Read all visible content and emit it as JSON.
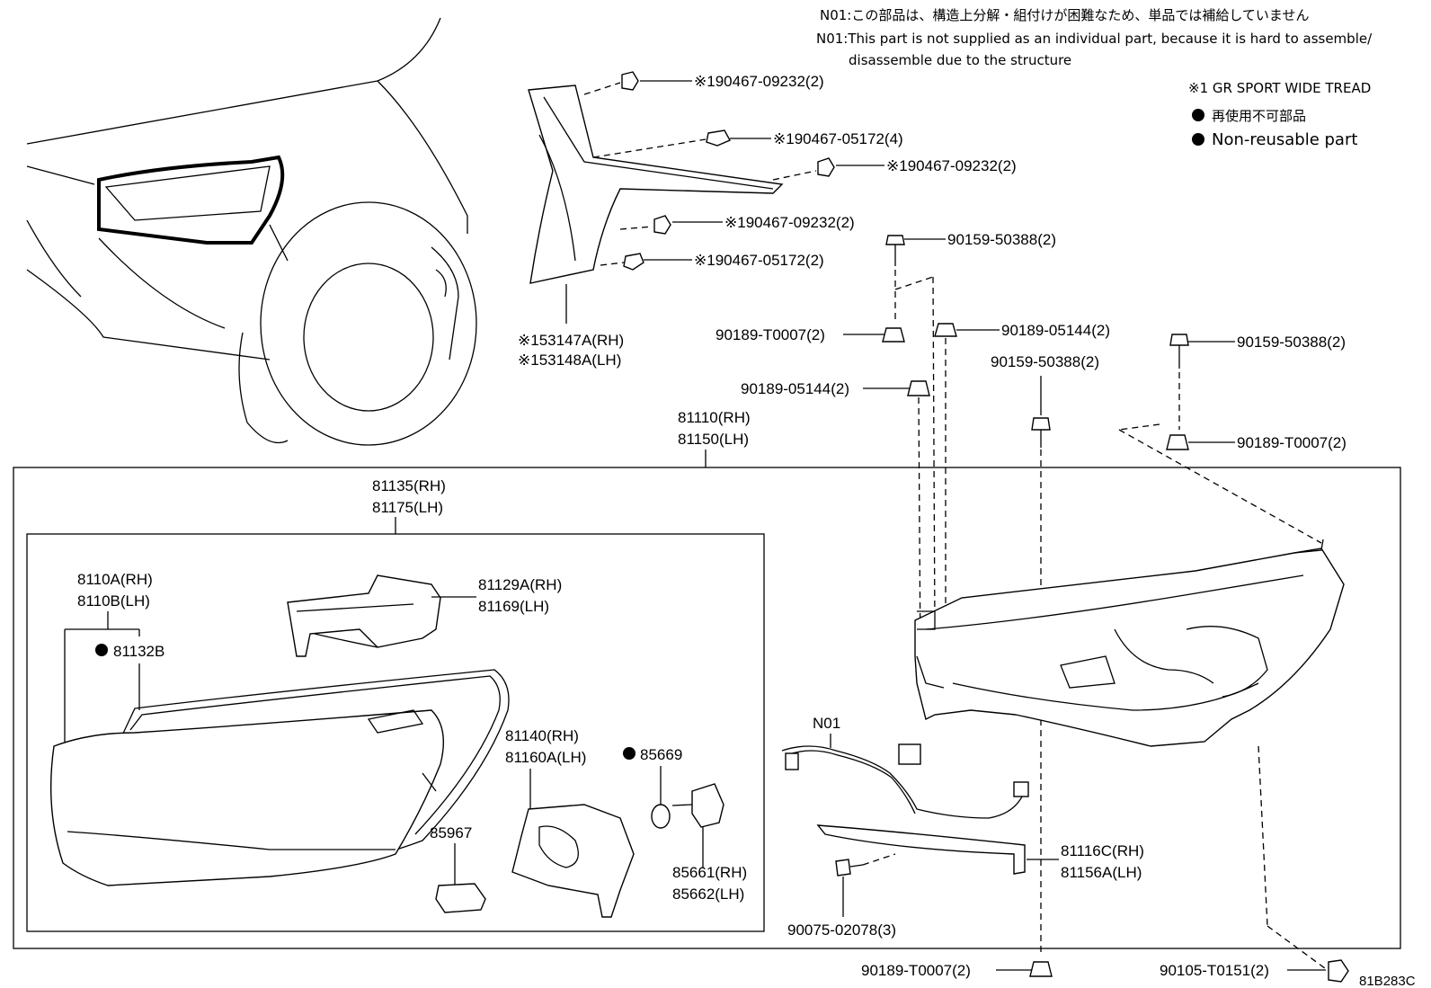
{
  "notes": {
    "n01_jp": "N01:この部品は、構造上分解・組付けが困難なため、単品では補給していません",
    "n01_en_line1": "N01:This part is not supplied as an individual part, because it is hard to assemble/",
    "n01_en_line2": "disassemble due to the structure"
  },
  "legend": {
    "mark1": "※1 GR SPORT WIDE TREAD",
    "nonreusable_jp": "再使用不可部品",
    "nonreusable_en": "Non-reusable part"
  },
  "labels": {
    "clip_09232_a": "※190467-09232(2)",
    "clip_05172_a": "※190467-05172(4)",
    "clip_09232_b": "※190467-09232(2)",
    "clip_09232_c": "※190467-09232(2)",
    "clip_05172_b": "※190467-05172(2)",
    "garnish_rh": "※153147A(RH)",
    "garnish_lh": "※153148A(LH)",
    "bolt_50388_a": "90159-50388(2)",
    "nut_t0007_a": "90189-T0007(2)",
    "nut_05144_a": "90189-05144(2)",
    "bolt_50388_b": "90159-50388(2)",
    "nut_05144_b": "90189-05144(2)",
    "bolt_50388_c": "90159-50388(2)",
    "nut_t0007_b": "90189-T0007(2)",
    "assy_rh": "81110(RH)",
    "assy_lh": "81150(LH)",
    "unit_rh": "81135(RH)",
    "unit_lh": "81175(LH)",
    "lens_rh": "8110A(RH)",
    "lens_lh": "8110B(LH)",
    "gasket": "81132B",
    "bracket_rh": "81129A(RH)",
    "bracket_lh": "81169(LH)",
    "socket_rh": "81140(RH)",
    "socket_lh": "81160A(LH)",
    "oring": "85669",
    "module": "85967",
    "bulb_rh": "85661(RH)",
    "bulb_lh": "85662(LH)",
    "wire": "N01",
    "cover_rh": "81116C(RH)",
    "cover_lh": "81156A(LH)",
    "screw_02078": "90075-02078(3)",
    "nut_t0007_c": "90189-T0007(2)",
    "bolt_t0151": "90105-T0151(2)",
    "illustration_code": "81B283C"
  }
}
